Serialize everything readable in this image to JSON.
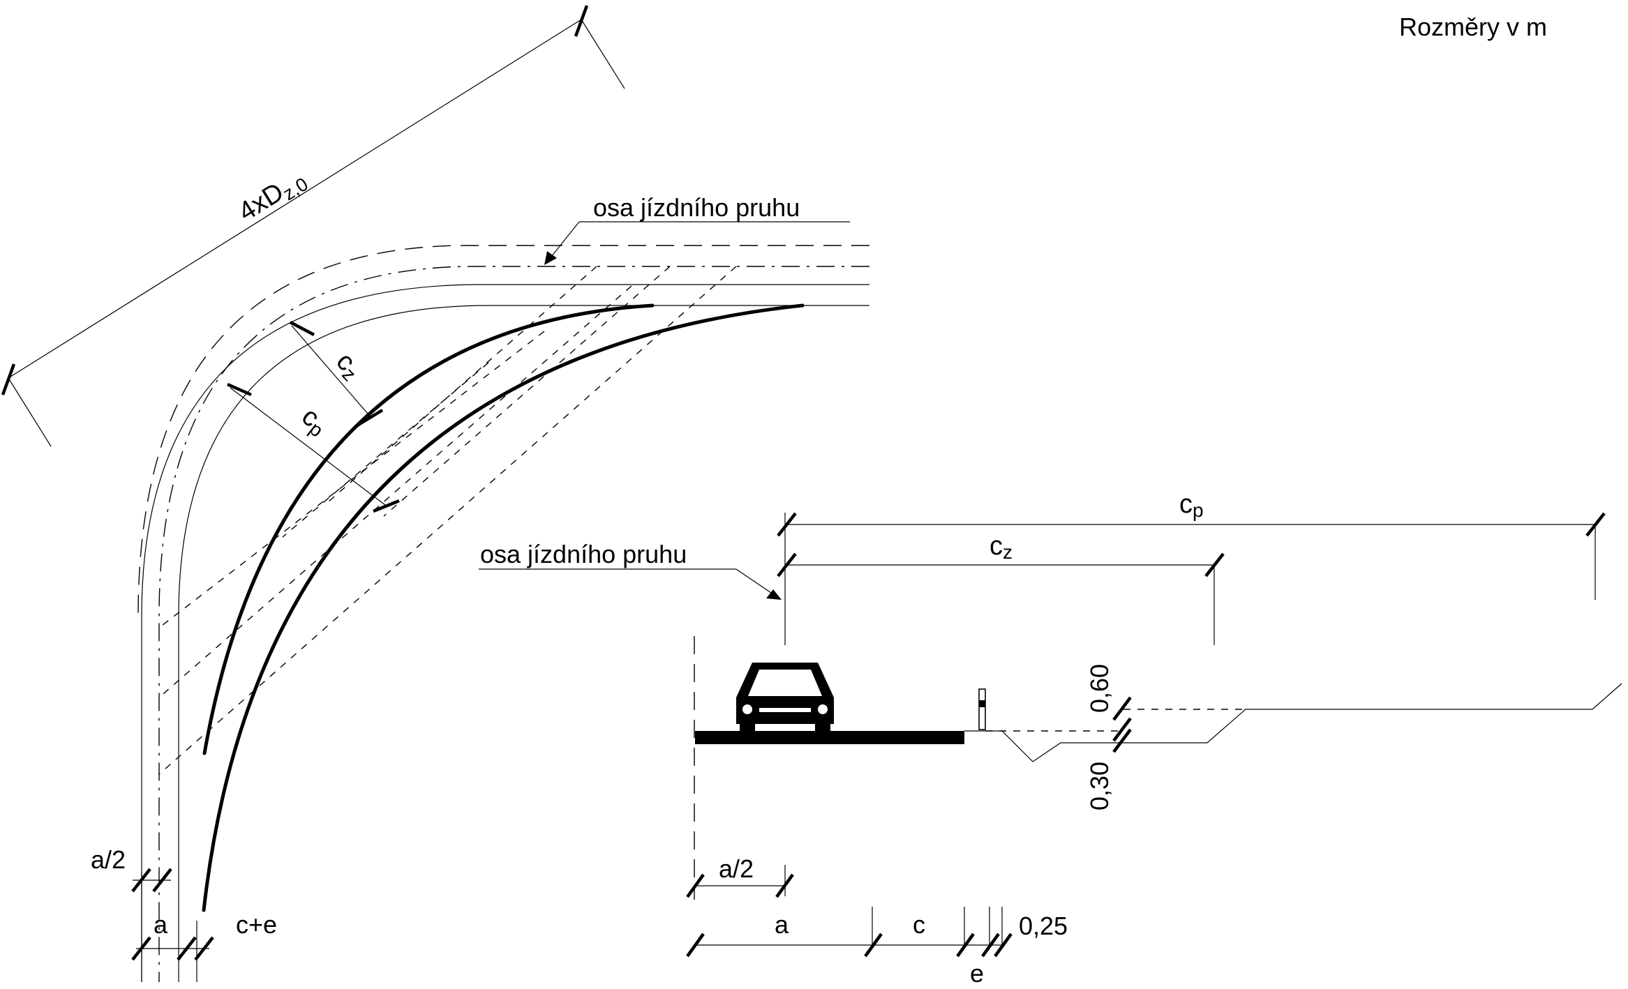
{
  "units_note": "Rozměry v m",
  "plan_view": {
    "lane_axis_label": "osa jízdního pruhu",
    "long_dim_main": "4xD",
    "long_dim_sub": "z,0",
    "cz_main": "c",
    "cz_sub": "z",
    "cp_main": "c",
    "cp_sub": "p",
    "half_lane": "a/2",
    "lane": "a",
    "c_plus_e": "c+e"
  },
  "cross_section": {
    "lane_axis_label": "osa jízdního pruhu",
    "cp_main": "c",
    "cp_sub": "p",
    "cz_main": "c",
    "cz_sub": "z",
    "h_060": "0,60",
    "h_030": "0,30",
    "half_lane": "a/2",
    "lane": "a",
    "c": "c",
    "e": "e",
    "w_025": "0,25"
  }
}
